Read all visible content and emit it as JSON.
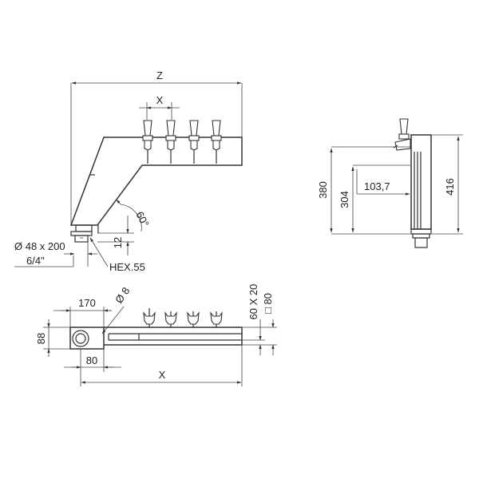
{
  "dimensions": {
    "z": "Z",
    "x_top": "X",
    "angle": "60°",
    "pipe": "Ø 48 x 200",
    "thread": "6/4\"",
    "hex": "HEX.55",
    "twelve": "12",
    "h380": "380",
    "h304": "304",
    "d103": "103,7",
    "h416": "416",
    "w170": "170",
    "dia8": "Ø 8",
    "w88": "88",
    "w80": "80",
    "x_bottom": "X",
    "tube": "60 X 20",
    "sq80": "□ 80"
  }
}
